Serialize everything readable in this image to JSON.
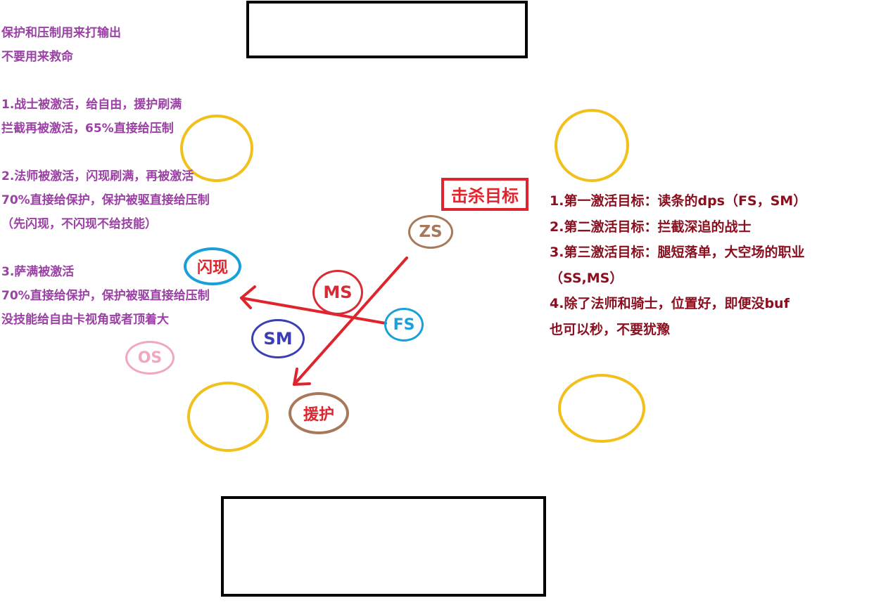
{
  "colors": {
    "left_notes": "#9b40a4",
    "right_notes": "#8a1020",
    "ring": "#f2c01a",
    "arrow": "#e0242e",
    "box": "#000000"
  },
  "left_notes": [
    "保护和压制用来打输出",
    "不要用来救命",
    "",
    "1.战士被激活，给自由，援护刷满",
    "拦截再被激活，65%直接给压制",
    "",
    "2.法师被激活，闪现刷满，再被激活",
    "70%直接给保护，保护被驱直接给压制",
    "（先闪现，不闪现不给技能）",
    "",
    "3.萨满被激活",
    "70%直接给保护，保护被驱直接给压制",
    "没技能给自由卡视角或者顶着大"
  ],
  "right_notes": [
    "1.第一激活目标：读条的dps（FS，SM）",
    "2.第二激活目标：拦截深追的战士",
    "3.第三激活目标：腿短落单，大空场的职业",
    "（SS,MS）",
    "4.除了法师和骑士，位置好，即便没buf",
    "也可以秒，不要犹豫"
  ],
  "kill_target_label": "击杀目标",
  "tokens": {
    "zs": {
      "label": "ZS",
      "color": "#a8785a"
    },
    "ms": {
      "label": "MS",
      "color": "#d92b35"
    },
    "fs": {
      "label": "FS",
      "color": "#1aa0d8"
    },
    "sm": {
      "label": "SM",
      "color": "#3b3fb3"
    },
    "os": {
      "label": "OS",
      "color": "#f2a7c0"
    },
    "blink": {
      "label": "闪现",
      "color": "#e0242e",
      "ring": "#1aa0d8"
    },
    "rescue": {
      "label": "援护",
      "color": "#e0242e",
      "ring": "#a8785a"
    }
  }
}
